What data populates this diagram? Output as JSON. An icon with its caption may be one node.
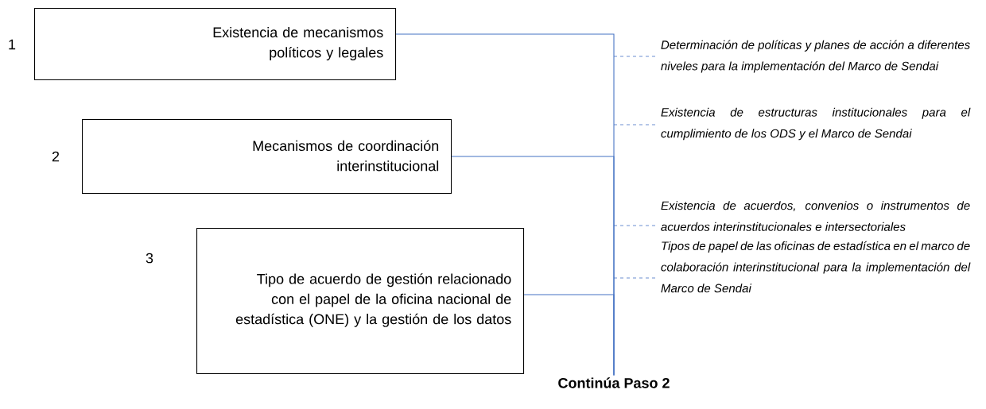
{
  "diagram": {
    "nodes": [
      {
        "text": [
          "Existencia de mecanismos políticos y legales"
        ],
        "beside": [
          "1"
        ]
      },
      {
        "text": [
          "Mecanismos de coordinación interinstitucional"
        ],
        "beside": [
          "2"
        ]
      },
      {
        "text": [
          "Tipo de acuerdo de gestión relacionado con el papel de la oficina nacional de estadística (ONE) y la gestión de los datos"
        ],
        "beside": [
          "3"
        ]
      },
      {
        "text": [
          "Determinación de políticas y planes de acción a diferentes niveles para la implementación del Marco de Sendai"
        ]
      },
      {
        "text": [
          "Existencia de estructuras institucionales para el cumplimiento de los ODS y el Marco de Sendai"
        ]
      },
      {
        "text": [
          "Existencia de acuerdos, convenios o instrumentos de acuerdos interinstitucionales e intersectoriales"
        ]
      },
      {
        "text": [
          "Tipos de papel de las oficinas de estadística en el marco de colaboración interinstitucional para la implementación del Marco de Sendai"
        ]
      },
      {
        "text": [
          "Continúa Paso 2"
        ]
      }
    ],
    "edges": [
      {
        "from": 0,
        "to": 7,
        "arrow": "none"
      },
      {
        "from": 1,
        "to": 7,
        "arrow": "none"
      },
      {
        "from": 2,
        "to": 7,
        "arrow": "none"
      },
      {
        "from": null,
        "to": 3,
        "arrow": "none",
        "style": "dashed"
      },
      {
        "from": null,
        "to": 4,
        "arrow": "none",
        "style": "dashed"
      },
      {
        "from": null,
        "to": 5,
        "arrow": "none",
        "style": "dashed"
      },
      {
        "from": null,
        "to": 6,
        "arrow": "none",
        "style": "dashed"
      }
    ]
  }
}
